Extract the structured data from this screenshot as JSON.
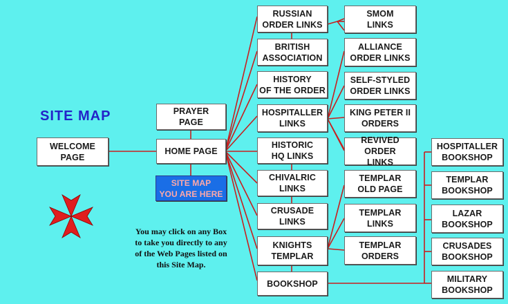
{
  "page_title": "SITE MAP",
  "instructions": "You may click on any Box\nto take you directly to any\nof the Web Pages listed on\nthis Site Map.",
  "colors": {
    "background": "#5ef0ee",
    "line": "#c81e1e",
    "cross": "#e01e1e",
    "current_box": "#1a6ee6",
    "title": "#2323c8"
  },
  "icons": {
    "emblem": "maltese-cross-icon"
  },
  "boxes": {
    "welcome": "WELCOME PAGE",
    "prayer": "PRAYER\nPAGE",
    "home": "HOME PAGE",
    "sitemap": "SITE MAP\nYOU ARE HERE",
    "russian": "RUSSIAN\nORDER LINKS",
    "british": "BRITISH\nASSOCIATION",
    "history": "HISTORY\nOF THE ORDER",
    "hospitaller": "HOSPITALLER\nLINKS",
    "historic_hq": "HISTORIC\nHQ LINKS",
    "chivalric": "CHIVALRIC\nLINKS",
    "crusade": "CRUSADE\nLINKS",
    "knights_templar": "KNIGHTS\nTEMPLAR",
    "bookshop": "BOOKSHOP",
    "smom": "SMOM\nLINKS",
    "alliance": "ALLIANCE\nORDER LINKS",
    "self_styled": "SELF-STYLED\nORDER LINKS",
    "king_peter": "KING PETER II\nORDERS",
    "revived": "REVIVED ORDER\nLINKS",
    "templar_old": "TEMPLAR\nOLD PAGE",
    "templar_links": "TEMPLAR\nLINKS",
    "templar_orders": "TEMPLAR\nORDERS",
    "hospitaller_bookshop": "HOSPITALLER\nBOOKSHOP",
    "templar_bookshop": "TEMPLAR\nBOOKSHOP",
    "lazar_bookshop": "LAZAR\nBOOKSHOP",
    "crusades_bookshop": "CRUSADES\nBOOKSHOP",
    "military_bookshop": "MILITARY\nBOOKSHOP"
  }
}
